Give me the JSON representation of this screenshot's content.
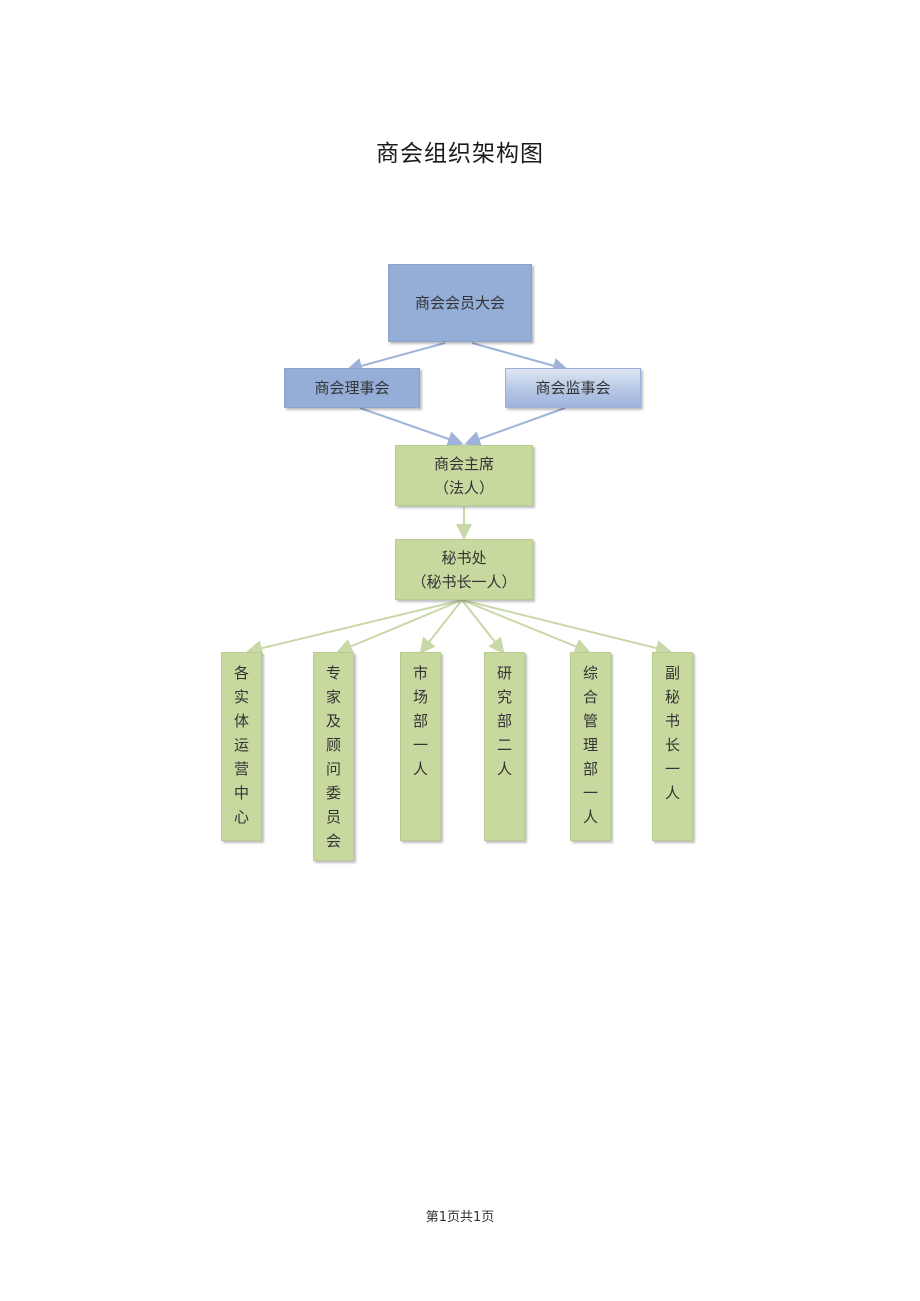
{
  "title": "商会组织架构图",
  "colors": {
    "blue": "#94aed8",
    "green": "#c8d9a0",
    "blue_line": "#9fb3d8",
    "green_line": "#c9d8a8"
  },
  "nodes": {
    "assembly": {
      "label": "商会会员大会"
    },
    "council": {
      "label": "商会理事会"
    },
    "supervisory": {
      "label": "商会监事会"
    },
    "chairman": {
      "line1": "商会主席",
      "line2": "（法人）"
    },
    "secretariat": {
      "line1": "秘书处",
      "line2": "（秘书长一人）"
    },
    "departments": [
      {
        "label": "各实体运营中心",
        "chars": [
          "各",
          "实",
          "体",
          "运",
          "营",
          "中",
          "心"
        ]
      },
      {
        "label": "专家及顾问委员会",
        "chars": [
          "专",
          "家",
          "及",
          "顾",
          "问",
          "委",
          "员",
          "会"
        ]
      },
      {
        "label": "市场部一人",
        "chars": [
          "市",
          "场",
          "部",
          "一",
          "人"
        ]
      },
      {
        "label": "研究部二人",
        "chars": [
          "研",
          "究",
          "部",
          "二",
          "人"
        ]
      },
      {
        "label": "综合管理部一人",
        "chars": [
          "综",
          "合",
          "管",
          "理",
          "部",
          "一",
          "人"
        ]
      },
      {
        "label": "副秘书长一人",
        "chars": [
          "副",
          "秘",
          "书",
          "长",
          "一",
          "人"
        ]
      }
    ]
  },
  "footer": "第1页共1页"
}
